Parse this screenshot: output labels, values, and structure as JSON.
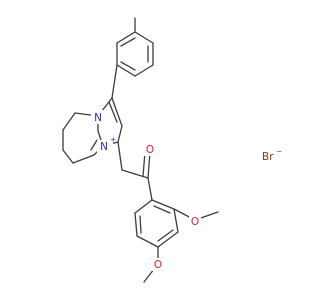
{
  "structure": {
    "atoms": {
      "n_ring": "N",
      "n_plus": "N",
      "n_plus_charge": "+",
      "o_ketone": "O",
      "o_methoxy_upper": "O",
      "o_methoxy_lower": "O",
      "bromide": "Br",
      "bromide_charge": "−"
    },
    "colors": {
      "bond": "#3d3d3d",
      "nitrogen": "#1f2bd8",
      "oxygen": "#e02020",
      "bromine": "#8a3a14"
    }
  }
}
